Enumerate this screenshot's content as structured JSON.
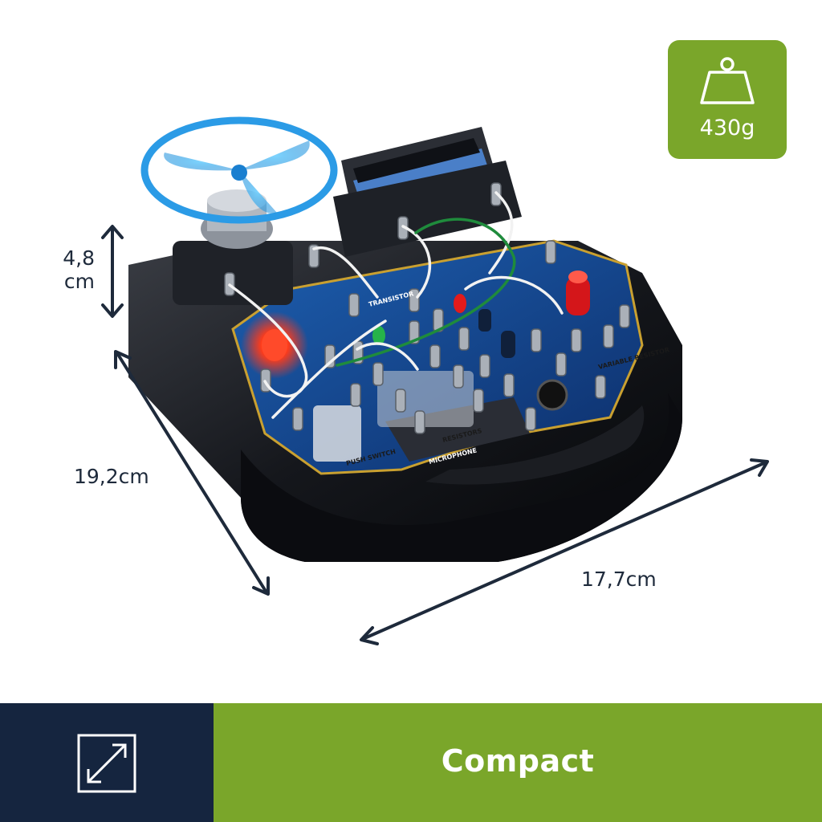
{
  "dimensions": {
    "height": "4,8\ncm",
    "depth": "19,2cm",
    "width": "17,7cm"
  },
  "weight_badge": {
    "icon": "weight-icon",
    "value": "430g"
  },
  "footer": {
    "icon": "resize-diagonal-icon",
    "title": "Compact"
  },
  "product_panel_labels": {
    "transistor": "TRANSISTOR",
    "resistors": "RESISTORS",
    "microphone": "MICROPHONE",
    "push_switch": "PUSH SWITCH",
    "variable_resistor": "VARIABLE RESISTOR"
  },
  "colors": {
    "accent_green": "#7aa62a",
    "navy": "#15253f",
    "text_dark": "#1e2a3b"
  }
}
